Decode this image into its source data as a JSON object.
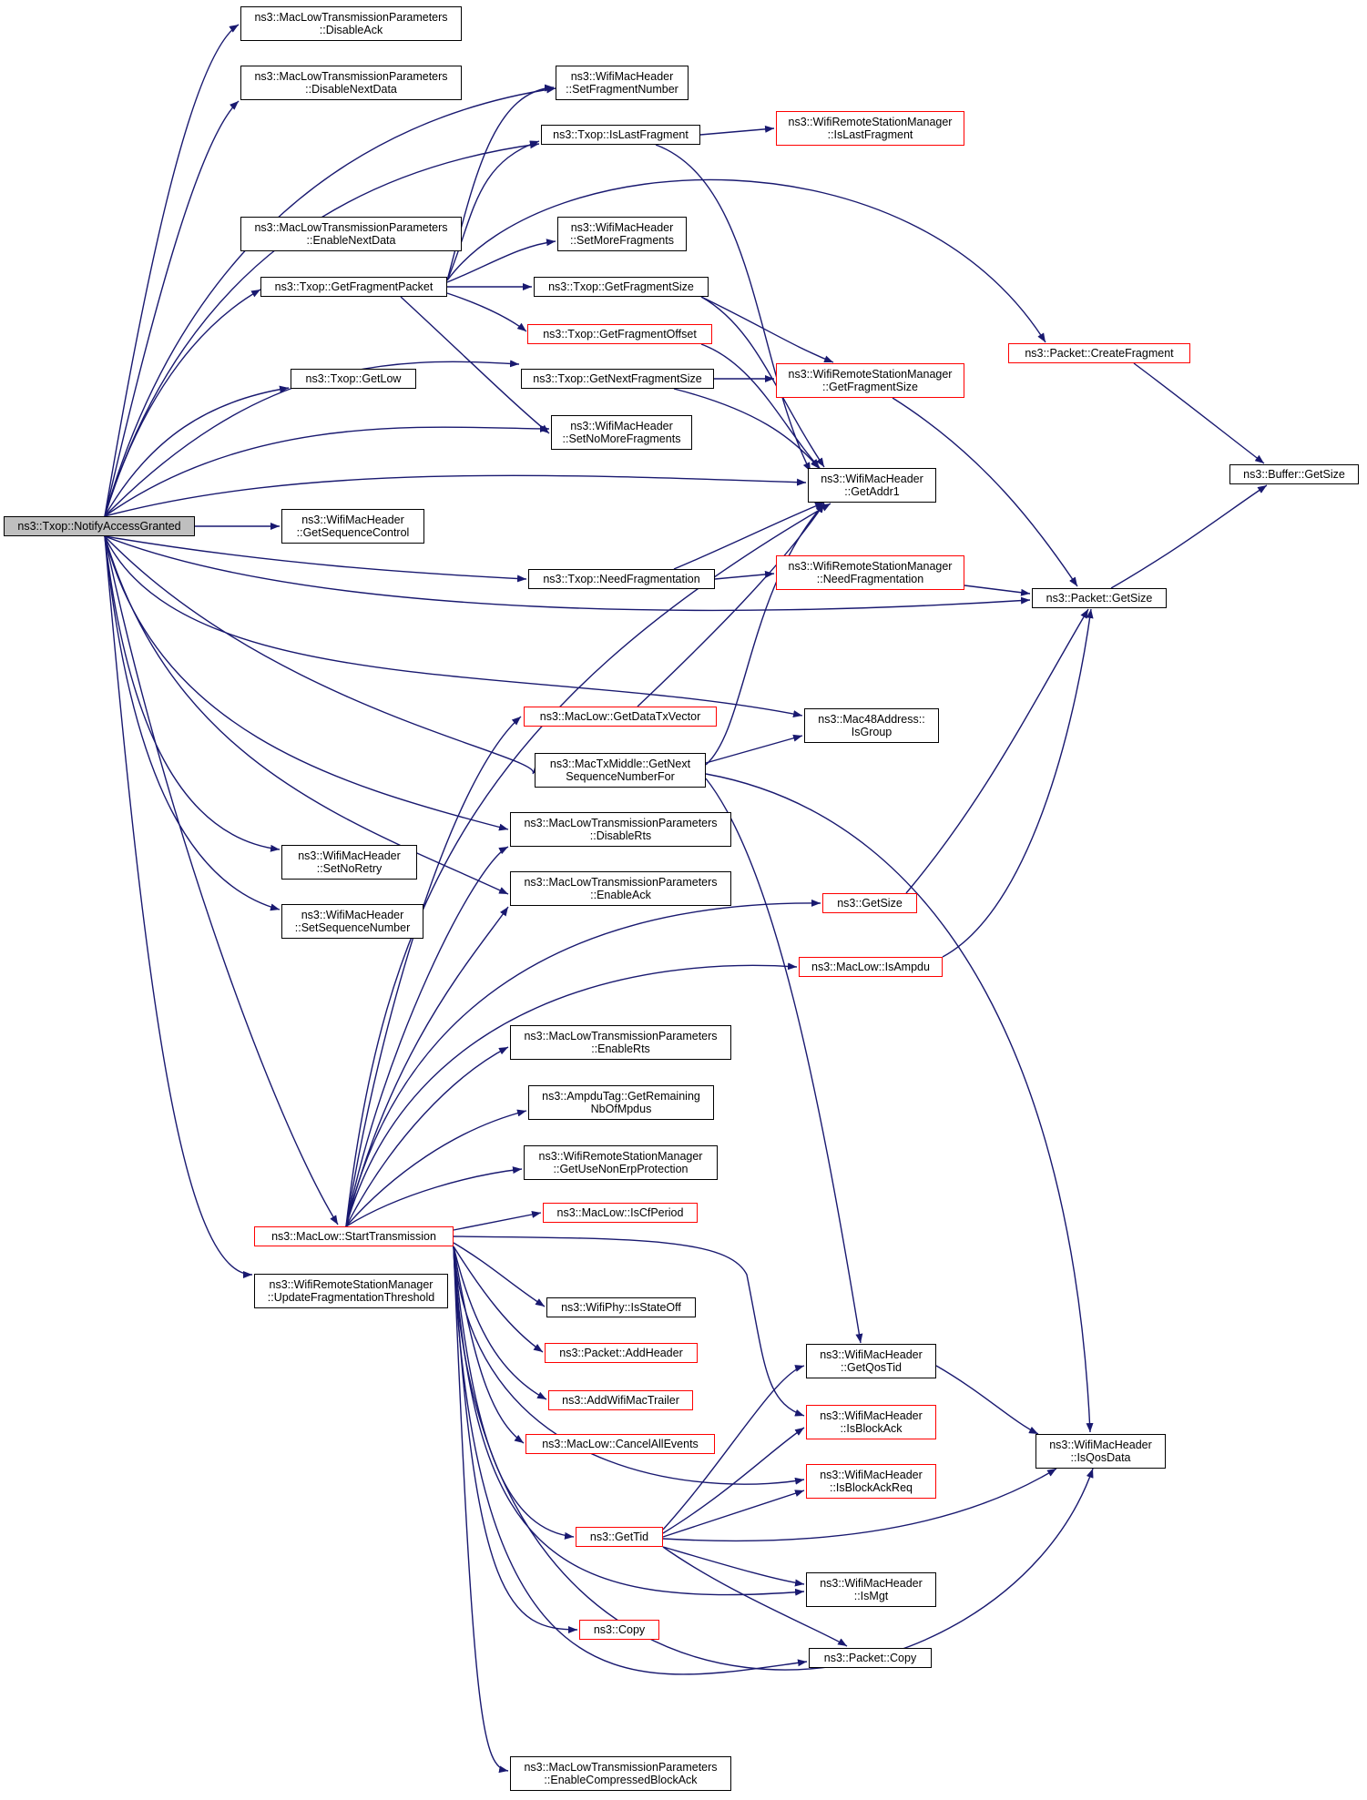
{
  "colors": {
    "edge": "#191970",
    "border": "#000000",
    "highlight_border": "#ff0000",
    "root_fill": "#bfbfbf"
  },
  "nodes": [
    {
      "id": "root",
      "lines": [
        "ns3::Txop::NotifyAccessGranted"
      ]
    },
    {
      "id": "disable_ack",
      "lines": [
        "ns3::MacLowTransmissionParameters",
        "::DisableAck"
      ]
    },
    {
      "id": "disable_next_data",
      "lines": [
        "ns3::MacLowTransmissionParameters",
        "::DisableNextData"
      ]
    },
    {
      "id": "enable_next_data",
      "lines": [
        "ns3::MacLowTransmissionParameters",
        "::EnableNextData"
      ]
    },
    {
      "id": "get_fragment_packet",
      "lines": [
        "ns3::Txop::GetFragmentPacket"
      ]
    },
    {
      "id": "get_low",
      "lines": [
        "ns3::Txop::GetLow"
      ]
    },
    {
      "id": "get_seq_ctrl",
      "lines": [
        "ns3::WifiMacHeader",
        "::GetSequenceControl"
      ]
    },
    {
      "id": "set_no_retry",
      "lines": [
        "ns3::WifiMacHeader",
        "::SetNoRetry"
      ]
    },
    {
      "id": "set_seq_num",
      "lines": [
        "ns3::WifiMacHeader",
        "::SetSequenceNumber"
      ]
    },
    {
      "id": "start_tx",
      "lines": [
        "ns3::MacLow::StartTransmission"
      ]
    },
    {
      "id": "update_frag",
      "lines": [
        "ns3::WifiRemoteStationManager",
        "::UpdateFragmentationThreshold"
      ]
    },
    {
      "id": "set_frag_num",
      "lines": [
        "ns3::WifiMacHeader",
        "::SetFragmentNumber"
      ]
    },
    {
      "id": "txop_is_last",
      "lines": [
        "ns3::Txop::IsLastFragment"
      ]
    },
    {
      "id": "set_more_frag",
      "lines": [
        "ns3::WifiMacHeader",
        "::SetMoreFragments"
      ]
    },
    {
      "id": "get_frag_size",
      "lines": [
        "ns3::Txop::GetFragmentSize"
      ]
    },
    {
      "id": "get_frag_offset",
      "lines": [
        "ns3::Txop::GetFragmentOffset"
      ]
    },
    {
      "id": "get_next_frag_size",
      "lines": [
        "ns3::Txop::GetNextFragmentSize"
      ]
    },
    {
      "id": "set_no_more_frag",
      "lines": [
        "ns3::WifiMacHeader",
        "::SetNoMoreFragments"
      ]
    },
    {
      "id": "need_frag",
      "lines": [
        "ns3::Txop::NeedFragmentation"
      ]
    },
    {
      "id": "get_data_tx_vector",
      "lines": [
        "ns3::MacLow::GetDataTxVector"
      ]
    },
    {
      "id": "get_next_seq",
      "lines": [
        "ns3::MacTxMiddle::GetNext",
        "SequenceNumberFor"
      ]
    },
    {
      "id": "disable_rts",
      "lines": [
        "ns3::MacLowTransmissionParameters",
        "::DisableRts"
      ]
    },
    {
      "id": "enable_ack",
      "lines": [
        "ns3::MacLowTransmissionParameters",
        "::EnableAck"
      ]
    },
    {
      "id": "enable_rts",
      "lines": [
        "ns3::MacLowTransmissionParameters",
        "::EnableRts"
      ]
    },
    {
      "id": "ampdu_tag",
      "lines": [
        "ns3::AmpduTag::GetRemaining",
        "NbOfMpdus"
      ]
    },
    {
      "id": "get_use_nonerp",
      "lines": [
        "ns3::WifiRemoteStationManager",
        "::GetUseNonErpProtection"
      ]
    },
    {
      "id": "is_cf_period",
      "lines": [
        "ns3::MacLow::IsCfPeriod"
      ]
    },
    {
      "id": "is_state_off",
      "lines": [
        "ns3::WifiPhy::IsStateOff"
      ]
    },
    {
      "id": "add_header",
      "lines": [
        "ns3::Packet::AddHeader"
      ]
    },
    {
      "id": "add_trailer",
      "lines": [
        "ns3::AddWifiMacTrailer"
      ]
    },
    {
      "id": "cancel_all",
      "lines": [
        "ns3::MacLow::CancelAllEvents"
      ]
    },
    {
      "id": "get_tid",
      "lines": [
        "ns3::GetTid"
      ]
    },
    {
      "id": "ns3_copy",
      "lines": [
        "ns3::Copy"
      ]
    },
    {
      "id": "enable_cba",
      "lines": [
        "ns3::MacLowTransmissionParameters",
        "::EnableCompressedBlockAck"
      ]
    },
    {
      "id": "wrsm_is_last",
      "lines": [
        "ns3::WifiRemoteStationManager",
        "::IsLastFragment"
      ]
    },
    {
      "id": "wrsm_get_frag_size",
      "lines": [
        "ns3::WifiRemoteStationManager",
        "::GetFragmentSize"
      ]
    },
    {
      "id": "get_addr1",
      "lines": [
        "ns3::WifiMacHeader",
        "::GetAddr1"
      ]
    },
    {
      "id": "wrsm_need_frag",
      "lines": [
        "ns3::WifiRemoteStationManager",
        "::NeedFragmentation"
      ]
    },
    {
      "id": "is_group",
      "lines": [
        "ns3::Mac48Address::",
        "IsGroup"
      ]
    },
    {
      "id": "get_size_red",
      "lines": [
        "ns3::GetSize"
      ]
    },
    {
      "id": "is_ampdu",
      "lines": [
        "ns3::MacLow::IsAmpdu"
      ]
    },
    {
      "id": "get_qos_tid",
      "lines": [
        "ns3::WifiMacHeader",
        "::GetQosTid"
      ]
    },
    {
      "id": "is_block_ack",
      "lines": [
        "ns3::WifiMacHeader",
        "::IsBlockAck"
      ]
    },
    {
      "id": "is_block_ack_req",
      "lines": [
        "ns3::WifiMacHeader",
        "::IsBlockAckReq"
      ]
    },
    {
      "id": "is_mgt",
      "lines": [
        "ns3::WifiMacHeader",
        "::IsMgt"
      ]
    },
    {
      "id": "packet_copy",
      "lines": [
        "ns3::Packet::Copy"
      ]
    },
    {
      "id": "create_fragment",
      "lines": [
        "ns3::Packet::CreateFragment"
      ]
    },
    {
      "id": "packet_get_size",
      "lines": [
        "ns3::Packet::GetSize"
      ]
    },
    {
      "id": "is_qos_data",
      "lines": [
        "ns3::WifiMacHeader",
        "::IsQosData"
      ]
    },
    {
      "id": "buffer_get_size",
      "lines": [
        "ns3::Buffer::GetSize"
      ]
    }
  ]
}
